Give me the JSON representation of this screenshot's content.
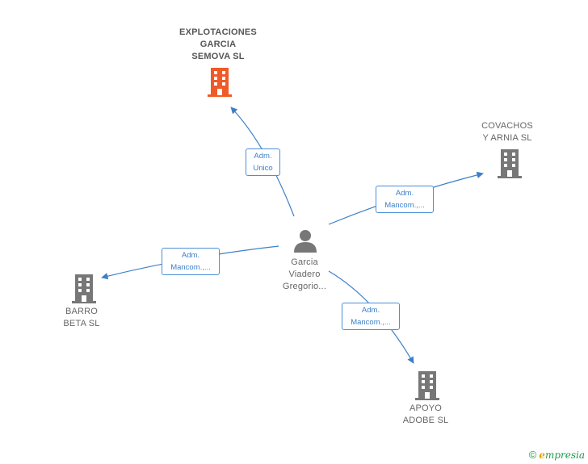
{
  "colors": {
    "edge": "#3c7fc9",
    "main_company": "#f05a28",
    "company": "#777777",
    "person": "#777777"
  },
  "center": {
    "name": "Garcia\nViadero\nGregorio...",
    "icon": "person-icon"
  },
  "companies": [
    {
      "id": "explotaciones",
      "name": "EXPLOTACIONES\nGARCIA\nSEMOVA  SL",
      "icon": "building-icon",
      "highlight": true,
      "relation": "Adm.\nUnico"
    },
    {
      "id": "covachos",
      "name": "COVACHOS\nY ARNIA  SL",
      "icon": "building-icon",
      "highlight": false,
      "relation": "Adm.\nMancom.,..."
    },
    {
      "id": "barro",
      "name": "BARRO\nBETA  SL",
      "icon": "building-icon",
      "highlight": false,
      "relation": "Adm.\nMancom.,..."
    },
    {
      "id": "apoyo",
      "name": "APOYO\nADOBE  SL",
      "icon": "building-icon",
      "highlight": false,
      "relation": "Adm.\nMancom.,..."
    }
  ],
  "footer": {
    "copyright": "©",
    "brand_initial": "e",
    "brand_rest": "mpresia"
  }
}
